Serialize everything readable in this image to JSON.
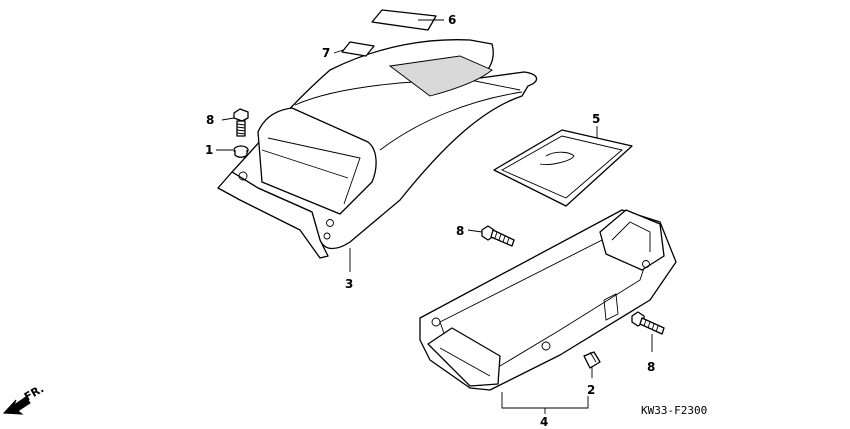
{
  "callouts": {
    "c1": "1",
    "c2": "2",
    "c3": "3",
    "c4": "4",
    "c5": "5",
    "c6": "6",
    "c7": "7",
    "c8a": "8",
    "c8b": "8",
    "c8c": "8"
  },
  "direction_label": "FR.",
  "diagram_code": "KW33-F2300",
  "colors": {
    "line": "#000000",
    "background": "#ffffff",
    "shade": "#d9d9d9"
  }
}
